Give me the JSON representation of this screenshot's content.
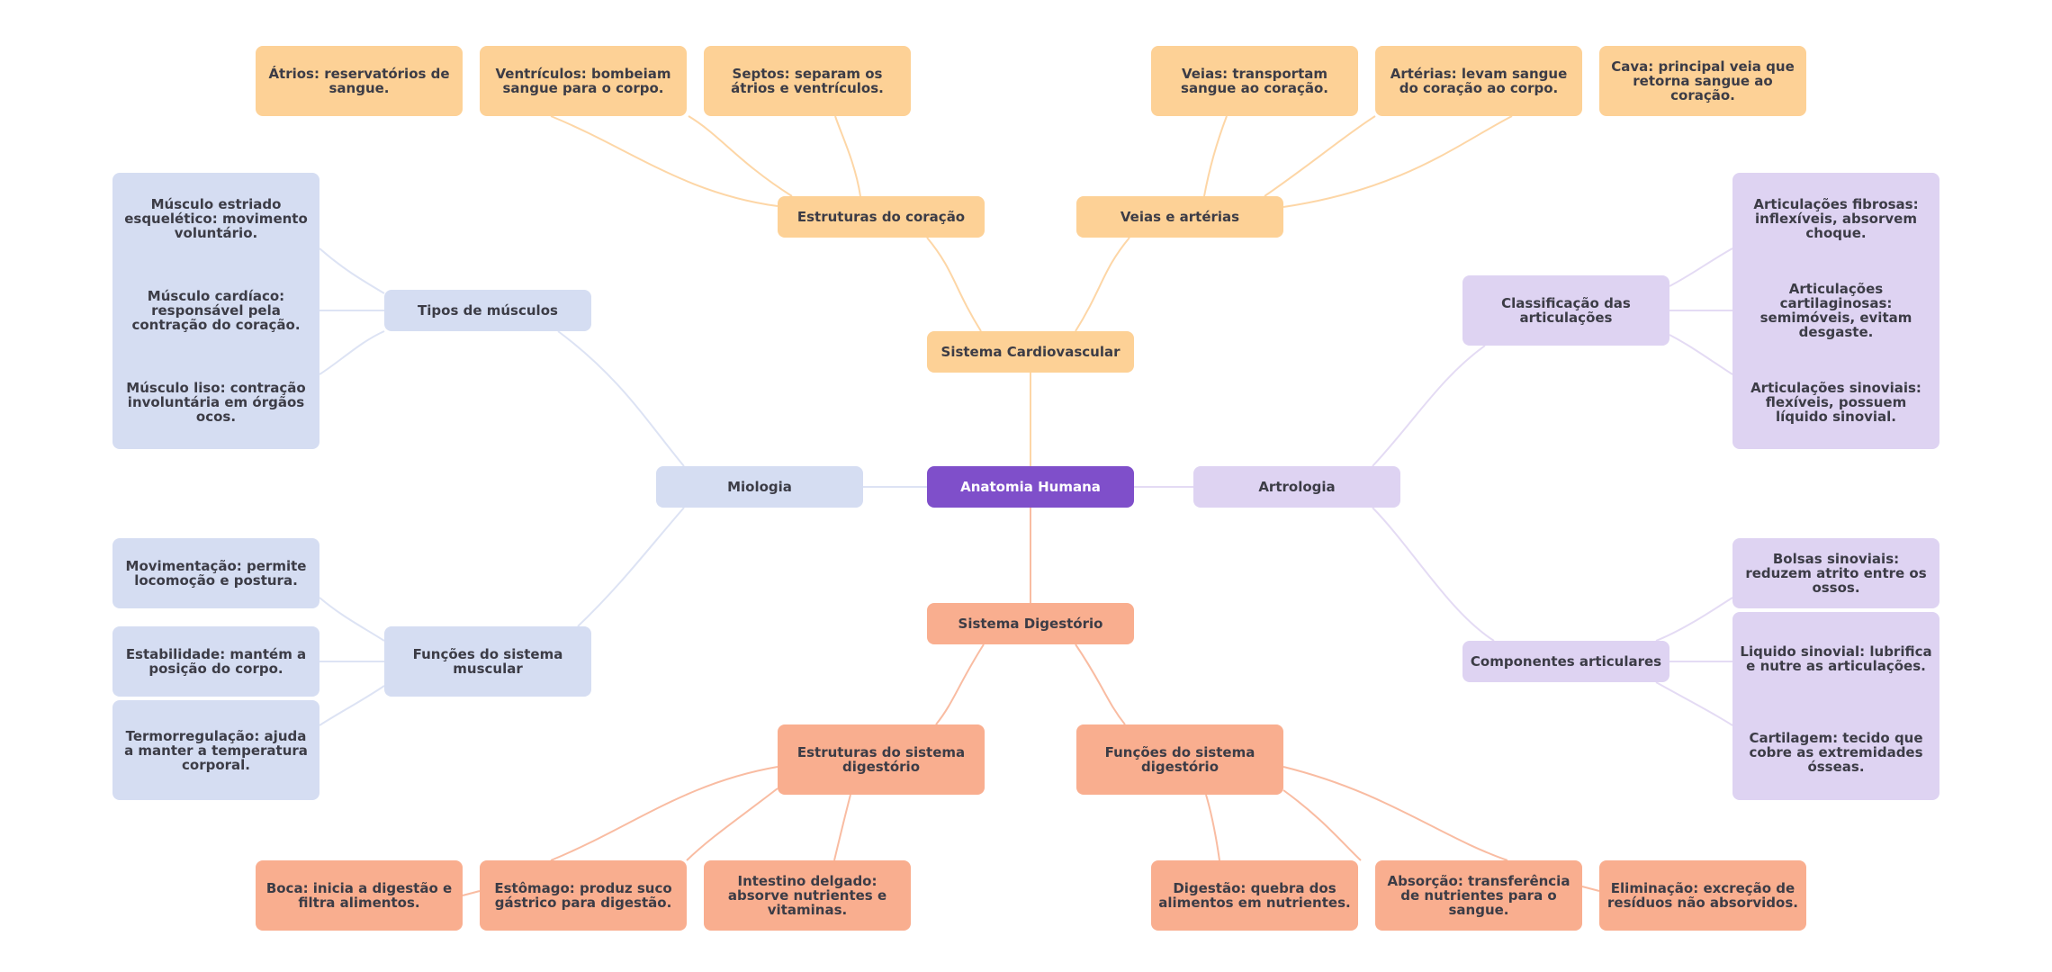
{
  "colors": {
    "root": "#7f4fca",
    "cardiovascular": "#fdd196",
    "digestive": "#f9ae8f",
    "myology": "#d5ddf2",
    "arthrology": "#ded3f2",
    "text": "#3c3c46",
    "root_text": "#ffffff"
  },
  "mindmap": {
    "root": {
      "label": "Anatomia Humana"
    },
    "branches": {
      "cardiovascular": {
        "label": "Sistema Cardiovascular",
        "subtopics": [
          {
            "label": "Estruturas do coração",
            "leaves": [
              "Átrios: reservatórios de sangue.",
              "Ventrículos: bombeiam sangue para o corpo.",
              "Septos: separam os átrios e ventrículos."
            ]
          },
          {
            "label": "Veias e artérias",
            "leaves": [
              "Veias: transportam sangue ao coração.",
              "Artérias: levam sangue do coração ao corpo.",
              "Cava: principal veia que retorna sangue ao coração."
            ]
          }
        ]
      },
      "digestive": {
        "label": "Sistema Digestório",
        "subtopics": [
          {
            "label": "Estruturas do sistema digestório",
            "leaves": [
              "Boca: inicia a digestão e filtra alimentos.",
              "Estômago: produz suco gástrico para digestão.",
              "Intestino delgado: absorve nutrientes e vitaminas."
            ]
          },
          {
            "label": "Funções do sistema digestório",
            "leaves": [
              "Digestão: quebra dos alimentos em nutrientes.",
              "Absorção: transferência de nutrientes para o sangue.",
              "Eliminação: excreção de resíduos não absorvidos."
            ]
          }
        ]
      },
      "myology": {
        "label": "Miologia",
        "subtopics": [
          {
            "label": "Tipos de músculos",
            "leaves": [
              "Músculo estriado esquelético: movimento voluntário.",
              "Músculo cardíaco: responsável pela contração do coração.",
              "Músculo liso: contração involuntária em órgãos ocos."
            ]
          },
          {
            "label": "Funções do sistema muscular",
            "leaves": [
              "Movimentação: permite locomoção e postura.",
              "Estabilidade: mantém a posição do corpo.",
              "Termorregulação: ajuda a manter a temperatura corporal."
            ]
          }
        ]
      },
      "arthrology": {
        "label": "Artrologia",
        "subtopics": [
          {
            "label": "Classificação das articulações",
            "leaves": [
              "Articulações fibrosas: inflexíveis, absorvem choque.",
              "Articulações cartilaginosas: semimóveis, evitam desgaste.",
              "Articulações sinoviais: flexíveis, possuem líquido sinovial."
            ]
          },
          {
            "label": "Componentes articulares",
            "leaves": [
              "Bolsas sinoviais: reduzem atrito entre os ossos.",
              "Liquido sinovial: lubrifica e nutre as articulações.",
              "Cartilagem: tecido que cobre as extremidades ósseas."
            ]
          }
        ]
      }
    }
  }
}
